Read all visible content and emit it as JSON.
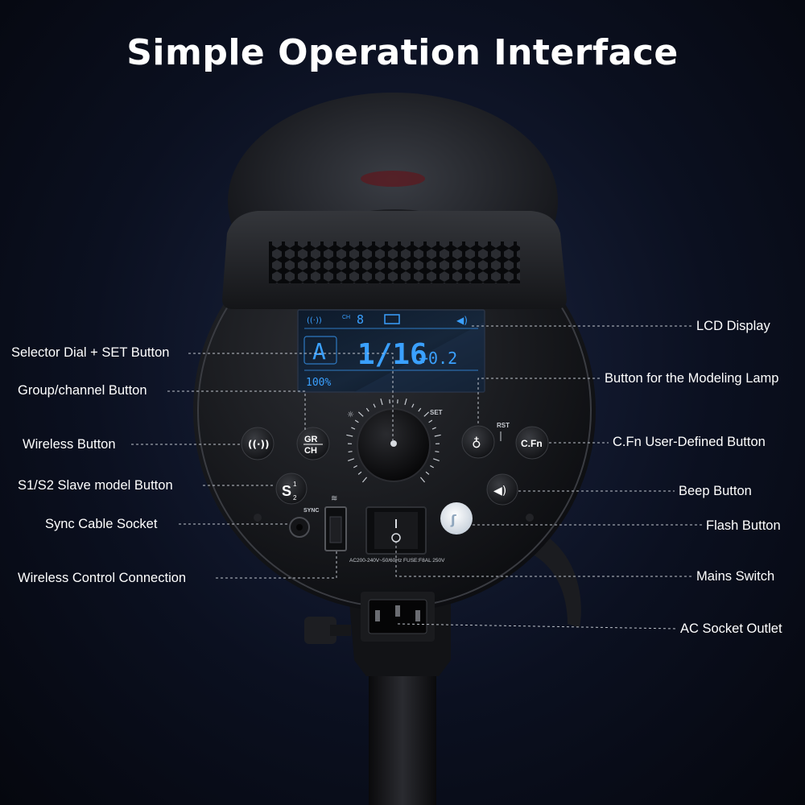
{
  "title": "Simple Operation Interface",
  "labels_left": {
    "selector_dial": "Selector Dial + SET Button",
    "group_channel": "Group/channel Button",
    "wireless": "Wireless Button",
    "slave_mode": "S1/S2 Slave model Button",
    "sync_socket": "Sync Cable Socket",
    "wireless_control": "Wireless Control Connection"
  },
  "labels_right": {
    "lcd": "LCD Display",
    "modeling_lamp": "Button for the Modeling Lamp",
    "cfn": "C.Fn User-Defined Button",
    "beep": "Beep Button",
    "flash": "Flash Button",
    "mains": "Mains Switch",
    "ac_socket": "AC Socket Outlet"
  },
  "lcd": {
    "ch_label": "CH",
    "channel": "8",
    "mode": "A",
    "power": "1/16",
    "compensation": "+0.2",
    "percent": "100%"
  },
  "panel": {
    "gr": "GR",
    "ch": "CH",
    "set": "SET",
    "rst": "RST",
    "sync": "SYNC",
    "cfn": "C.Fn",
    "s": "S",
    "s_sup": "1",
    "s_sub": "2",
    "rating": "AC200-240V~50/60Hz FUSE:F8AL 250V"
  },
  "colors": {
    "lcd_blue": "#3aa0ff",
    "leader_line": "#bfc4cc"
  }
}
